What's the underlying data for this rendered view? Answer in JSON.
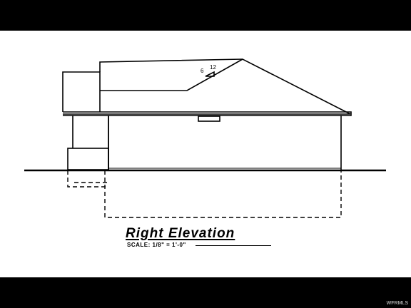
{
  "drawing": {
    "title": "Right Elevation",
    "scale_note": "SCALE: 1/8\" = 1'-0\"",
    "pitch": {
      "rise": "6",
      "run": "12"
    }
  },
  "watermark": "WFRMLS"
}
